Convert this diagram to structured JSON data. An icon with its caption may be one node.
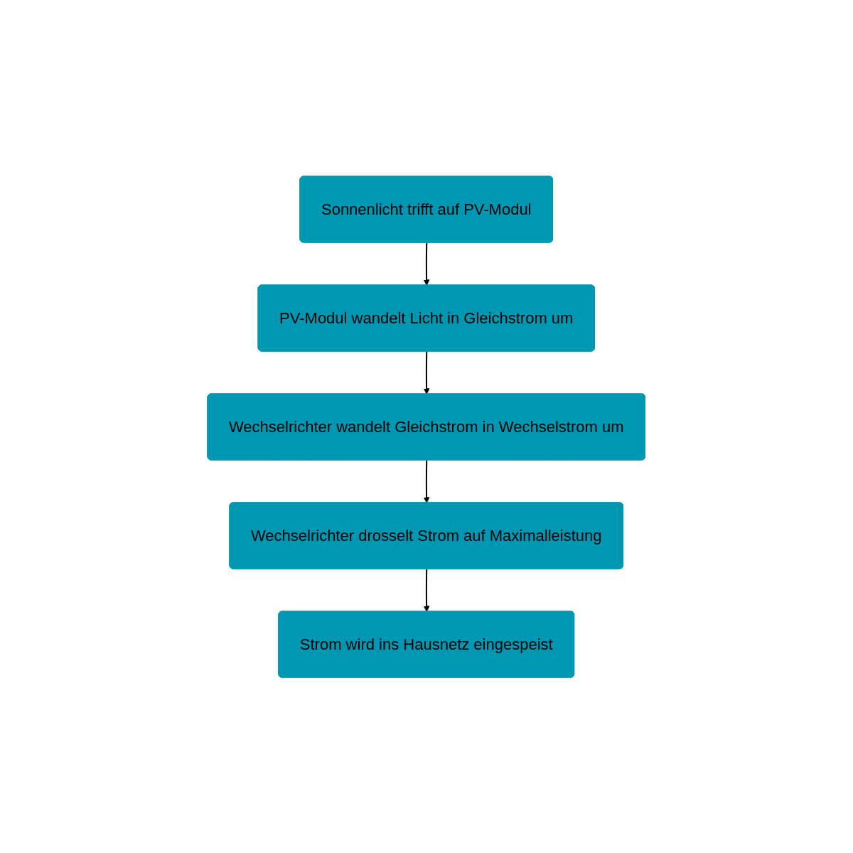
{
  "diagram": {
    "nodes": [
      {
        "text": [
          "Sonnenlicht trifft auf PV-Modul"
        ]
      },
      {
        "text": [
          "PV-Modul wandelt Licht in Gleichstrom um"
        ]
      },
      {
        "text": [
          "Wechselrichter wandelt Gleichstrom in Wechselstrom um"
        ]
      },
      {
        "text": [
          "Wechselrichter drosselt Strom auf Maximalleistung"
        ]
      },
      {
        "text": [
          "Strom wird ins Hausnetz eingespeist"
        ]
      }
    ],
    "edges": [
      {
        "from": 0,
        "to": 1,
        "arrow": "to"
      },
      {
        "from": 1,
        "to": 2,
        "arrow": "to"
      },
      {
        "from": 2,
        "to": 3,
        "arrow": "to"
      },
      {
        "from": 3,
        "to": 4,
        "arrow": "to"
      }
    ]
  }
}
